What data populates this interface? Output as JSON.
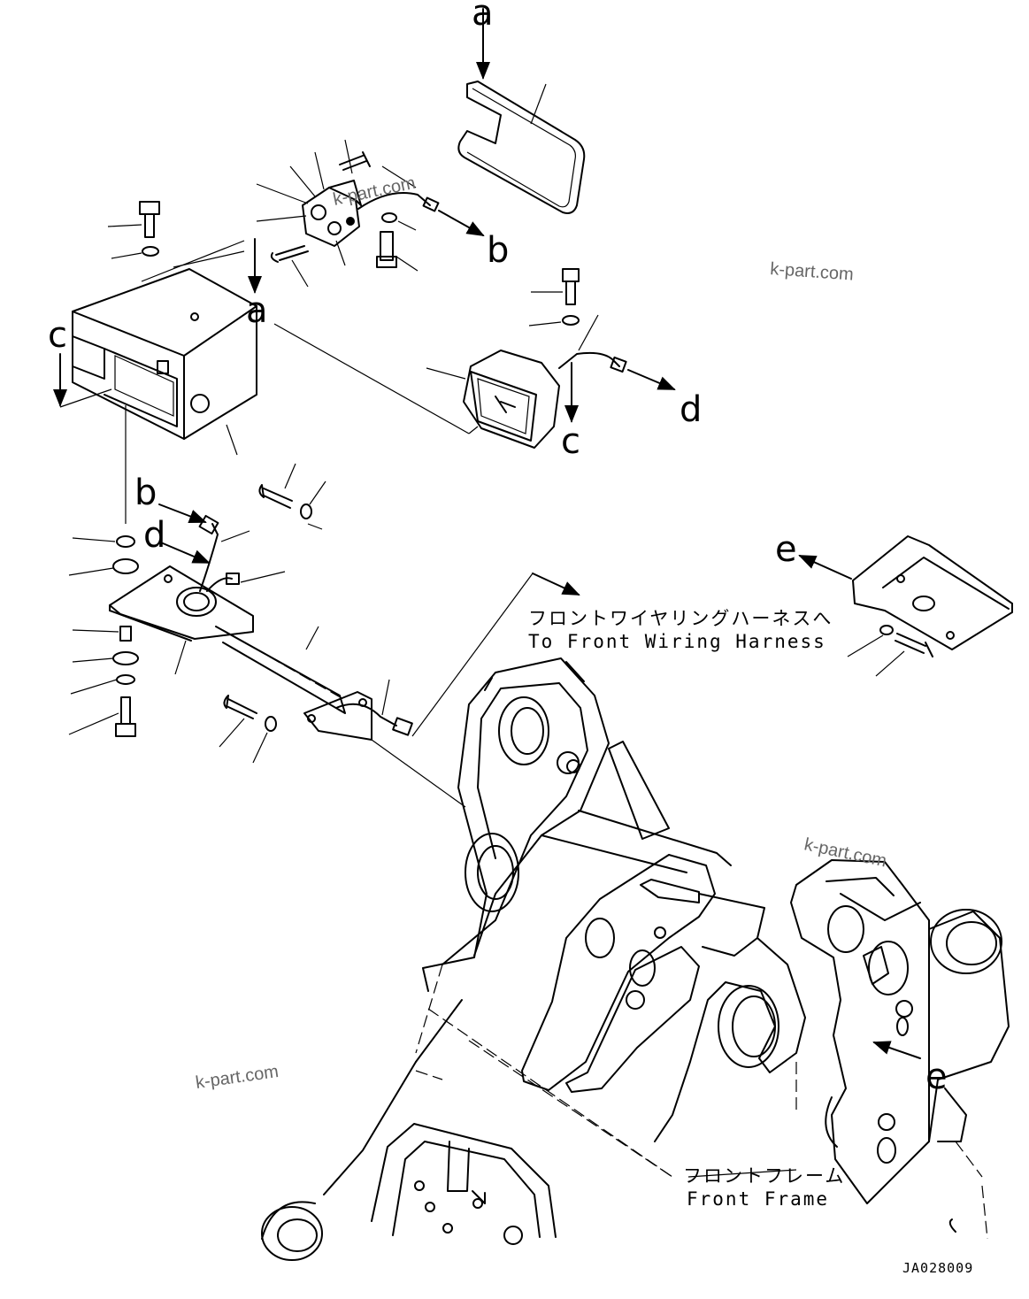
{
  "refs": {
    "a": "a",
    "b": "b",
    "c": "c",
    "d": "d",
    "e": "e"
  },
  "captions": {
    "harness_jp": "フロントワイヤリングハーネスへ",
    "harness_en": "To Front Wiring Harness",
    "frame_jp": "フロントフレーム",
    "frame_en": "Front Frame"
  },
  "watermark": "k-part.com",
  "drawing_code": "JA028009"
}
